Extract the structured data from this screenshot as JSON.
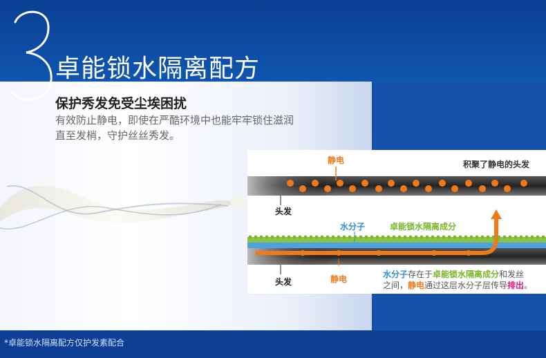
{
  "header": {
    "number": "3",
    "title": "卓能锁水隔离配方"
  },
  "content": {
    "subtitle": "保护秀发免受尘埃困扰",
    "description_line1": "有效防止静电，即使在严酷环境中也能牢牢锁住滋润",
    "description_line2": "直至发梢，守护丝丝秀发。"
  },
  "diagram": {
    "static_label_top": "静电",
    "static_accumulated": "积聚了静电的头发",
    "hair_label_top": "头发",
    "water_molecule": "水分子",
    "isolation_ingredient": "卓能锁水隔离成分",
    "hair_label_bottom": "头发",
    "static_label_bottom": "静电",
    "caption_part1": "水分子",
    "caption_part2": "存在于",
    "caption_part3": "卓能锁水隔离成分",
    "caption_part4": "和发丝",
    "caption_part5": "之间，",
    "caption_part6": "静电",
    "caption_part7": "通过这层水分子层传导",
    "caption_part8": "排出",
    "caption_part9": "。"
  },
  "footnote": "*卓能锁水隔离配方仅护发素配合",
  "colors": {
    "brand_blue": "#0d4aa0",
    "static_orange": "#f07a1a",
    "water_blue": "#2f8fd6",
    "ingredient_green": "#7ab52a",
    "emphasis_magenta": "#e0157a"
  }
}
